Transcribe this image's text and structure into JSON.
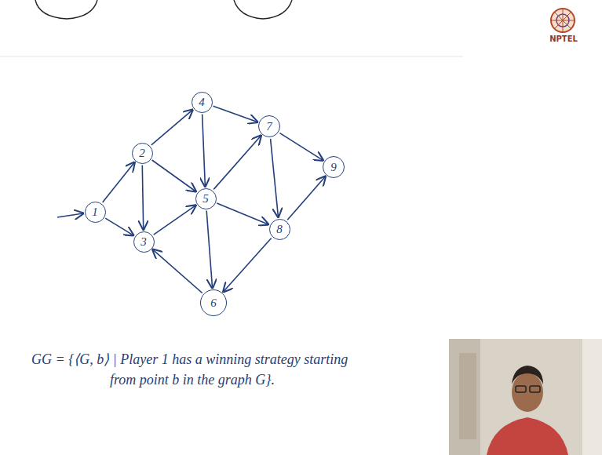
{
  "diagram": {
    "nodes": [
      {
        "text": [
          "1"
        ]
      },
      {
        "text": [
          "2"
        ]
      },
      {
        "text": [
          "3"
        ]
      },
      {
        "text": [
          "4"
        ]
      },
      {
        "text": [
          "5"
        ]
      },
      {
        "text": [
          "6"
        ]
      },
      {
        "text": [
          "7"
        ]
      },
      {
        "text": [
          "8"
        ]
      },
      {
        "text": [
          "9"
        ]
      }
    ],
    "edges": [
      {
        "from": 0,
        "to": 1,
        "arrow": "to"
      },
      {
        "from": 0,
        "to": 2,
        "arrow": "to"
      },
      {
        "from": 1,
        "to": 3,
        "arrow": "to"
      },
      {
        "from": 1,
        "to": 4,
        "arrow": "to"
      },
      {
        "from": 1,
        "to": 2,
        "arrow": "to"
      },
      {
        "from": 3,
        "to": 6,
        "arrow": "to"
      },
      {
        "from": 3,
        "to": 4,
        "arrow": "to"
      },
      {
        "from": 2,
        "to": 4,
        "arrow": "to"
      },
      {
        "from": 4,
        "to": 6,
        "arrow": "to"
      },
      {
        "from": 4,
        "to": 7,
        "arrow": "to"
      },
      {
        "from": 4,
        "to": 5,
        "arrow": "to"
      },
      {
        "from": 6,
        "to": 8,
        "arrow": "to"
      },
      {
        "from": 6,
        "to": 7,
        "arrow": "to"
      },
      {
        "from": 7,
        "to": 8,
        "arrow": "to"
      },
      {
        "from": 7,
        "to": 5,
        "arrow": "to"
      },
      {
        "from": 5,
        "to": 2,
        "arrow": "to"
      }
    ],
    "labels": [
      "NPTEL",
      "GG = {⟨G, b⟩ | Player 1 has a winning strategy starting",
      "from point b in the graph G}."
    ]
  }
}
